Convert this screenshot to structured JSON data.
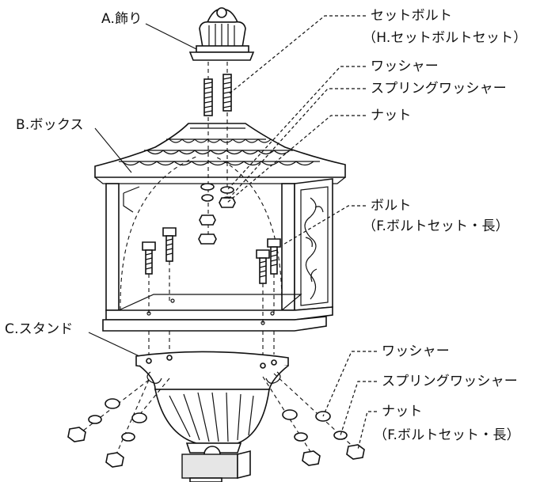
{
  "labels": {
    "ornament": "A.飾り",
    "box": "B.ボックス",
    "stand": "C.スタンド",
    "set_bolt": "セットボルト",
    "set_bolt_set": "（H.セットボルトセット）",
    "washer_top": "ワッシャー",
    "spring_washer_top": "スプリングワッシャー",
    "nut_top": "ナット",
    "bolt": "ボルト",
    "bolt_set_long_mid": "（F.ボルトセット・長）",
    "washer_bottom": "ワッシャー",
    "spring_washer_bottom": "スプリングワッシャー",
    "nut_bottom": "ナット",
    "bolt_set_long_bottom": "（F.ボルトセット・長）"
  }
}
